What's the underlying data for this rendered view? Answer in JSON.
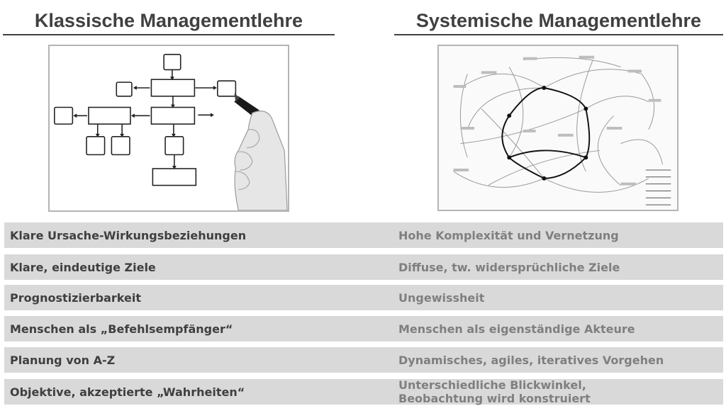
{
  "headings": {
    "left": "Klassische Managementlehre",
    "right": "Systemische Managementlehre"
  },
  "illustrations": {
    "left": {
      "icon": "flowchart-drawing-hand-icon"
    },
    "right": {
      "icon": "network-diagram-icon"
    }
  },
  "comparison": [
    {
      "classic": "Klare Ursache-Wirkungsbeziehungen",
      "systemic": "Hohe Komplexität und Vernetzung"
    },
    {
      "classic": "Klare, eindeutige Ziele",
      "systemic": "Diffuse, tw. widersprüchliche Ziele"
    },
    {
      "classic": "Prognostizierbarkeit",
      "systemic": "Ungewissheit"
    },
    {
      "classic": "Menschen als „Befehlsempfänger“",
      "systemic": "Menschen als eigenständige Akteure"
    },
    {
      "classic": "Planung von A-Z",
      "systemic": "Dynamisches, agiles, iteratives Vorgehen"
    },
    {
      "classic": "Objektive, akzeptierte „Wahrheiten“",
      "systemic": "Unterschiedliche Blickwinkel,\nBeobachtung wird konstruiert"
    }
  ],
  "colors": {
    "heading": "#404040",
    "row_bg": "#d9d9d9",
    "classic_text": "#3f3f3f",
    "systemic_text": "#7f7f7f"
  }
}
